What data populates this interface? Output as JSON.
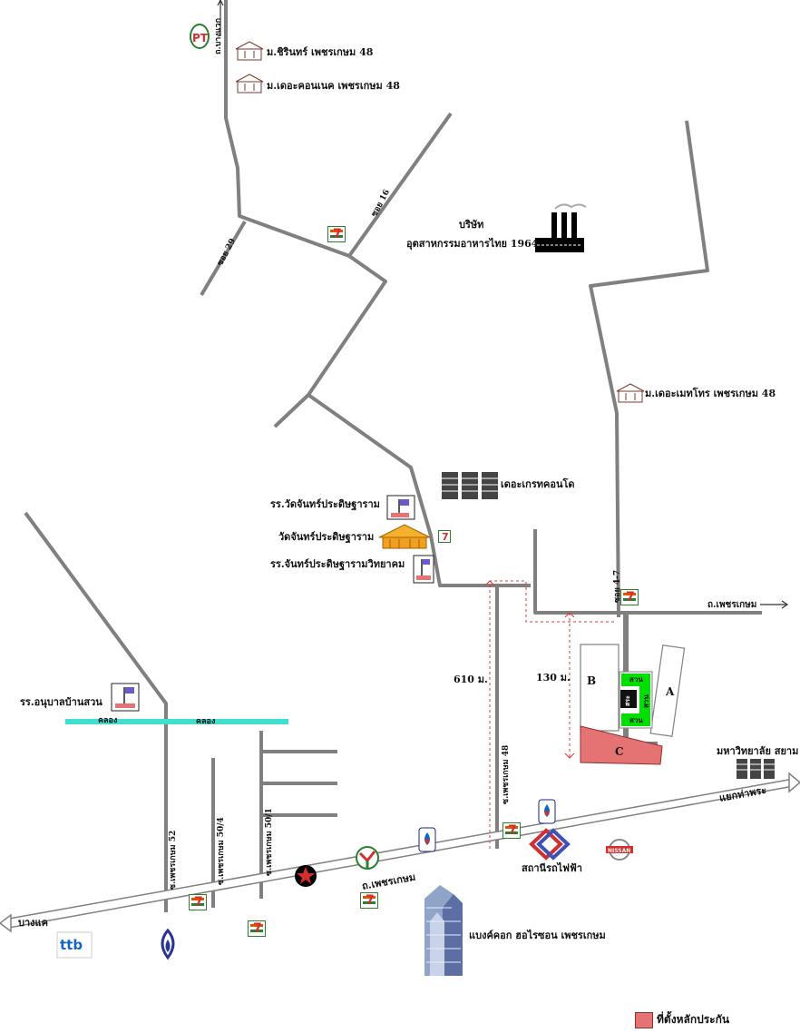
{
  "map": {
    "roads": {
      "bangkae_road": "ถ.บางแวก",
      "soi16": "ซอย 16",
      "soi29": "ซอย 29",
      "soi4_7": "ซอย 4-7",
      "phetkasem_road_east": "ถ.เพชรเกษม",
      "phetkasem_road_main": "ถ.เพชรเกษม",
      "soi48": "ซ.เพชรเกษม 48",
      "soi50_1": "ซ.เพชรเกษม 50/1",
      "soi50_4": "ซ.เพชรเกษม 50/4",
      "soi52": "ซ.เพชรเกษม 52",
      "bang_khae": "บางแค",
      "tha_phra_junction": "แยกท่าพระ",
      "canal_1": "คลอง",
      "canal_2": "คลอง"
    },
    "places": {
      "village_chirin": "ม.ชิรินทร์ เพชรเกษม 48",
      "village_connect": "ม.เดอะคอนเนค เพชรเกษม 48",
      "village_metro": "ม.เดอะเมทโทร เพชรเกษม 48",
      "factory_name_line1": "บริษัท",
      "factory_name_line2": "อุตสาหกรรมอาหารไทย 1964",
      "condo_great": "เดอะเกรทคอนโด",
      "school_wat": "รร.วัดจันทร์ประดิษฐาราม",
      "temple": "วัดจันทร์ประดิษฐาราม",
      "school_witthayakhom": "รร.จันทร์ประดิษฐารามวิทยาคม",
      "school_anuban": "รร.อนุบาลบ้านสวน",
      "siam_university": "มหาวิทยาลัย สยาม",
      "bts_station": "สถานีรถไฟฟ้า",
      "bangkok_hospital": "แบงค์คอก ฮอไรซอน เพชรเกษม"
    },
    "distances": {
      "d610": "610 ม.",
      "d130": "130 ม."
    },
    "plot": {
      "label_a": "A",
      "label_b": "B",
      "label_c": "C",
      "garden_top": "สวน",
      "garden_bottom": "สวน",
      "garden_side": "สวน",
      "pool_label": "สระ"
    },
    "brands": {
      "pt": "PT",
      "ttb": "ttb",
      "nissan": "NISSAN",
      "seven": "7"
    },
    "legend": {
      "collateral_label": "ที่ตั้งหลักประกัน",
      "collateral_color": "#e57373"
    },
    "colors": {
      "road": "#808080",
      "canal": "#40e0d0",
      "garden": "#00e000",
      "distance_line": "#e53935"
    }
  }
}
